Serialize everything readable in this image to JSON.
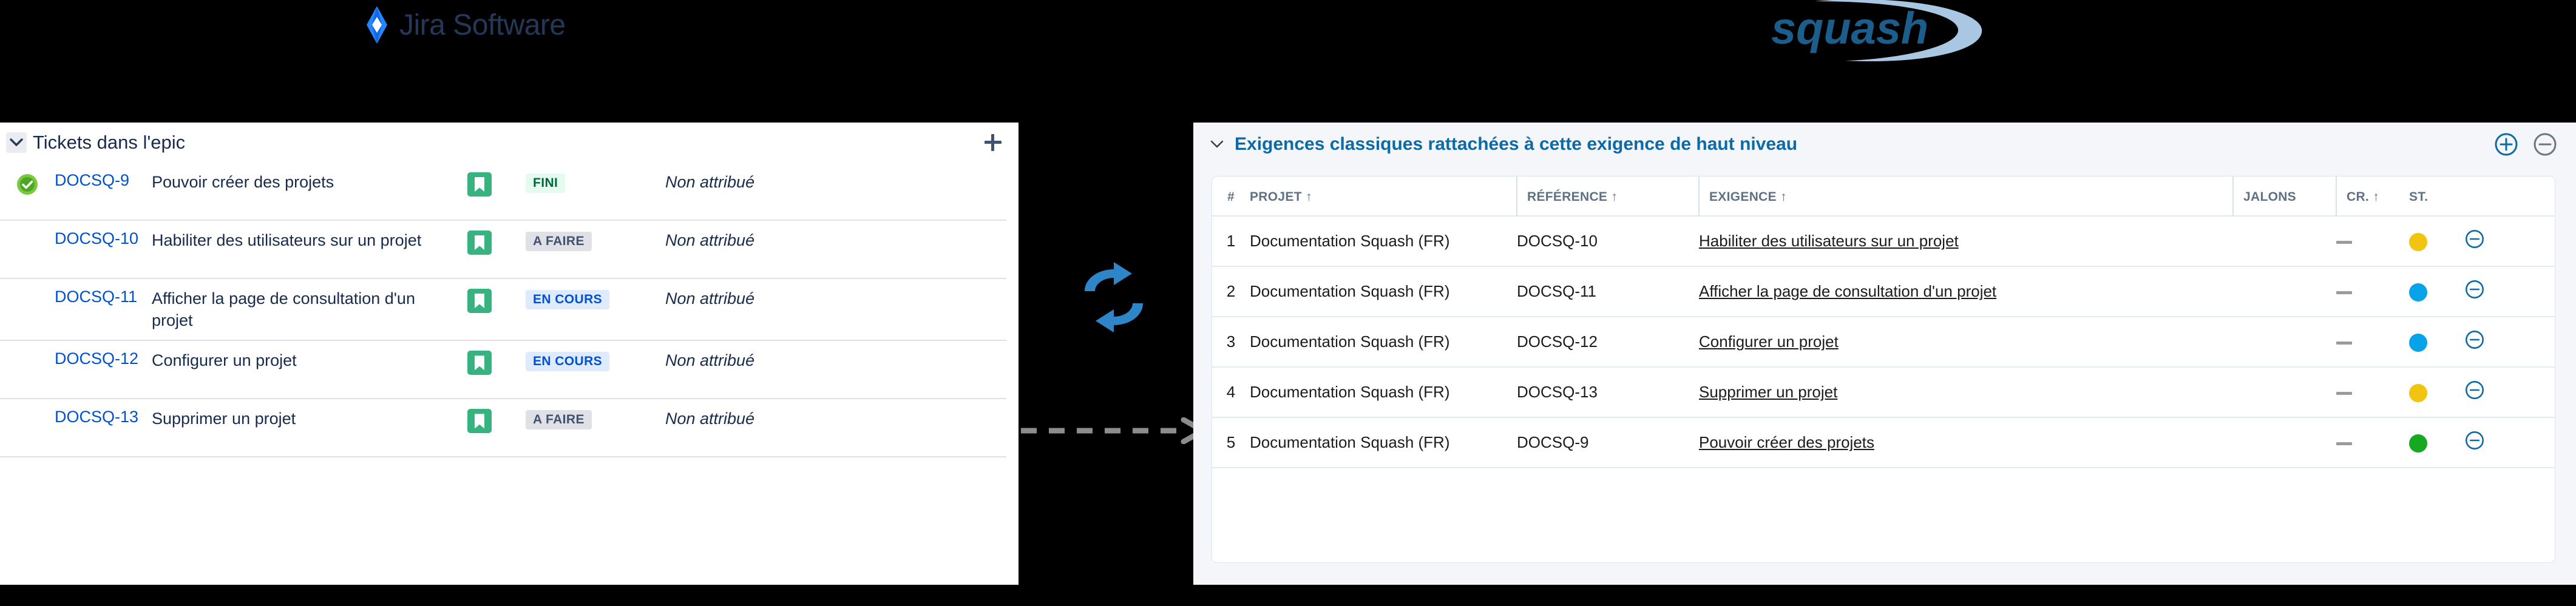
{
  "logos": {
    "jira": {
      "name": "jira-software-logo",
      "text": "Jira Software",
      "mark_colors": [
        "#2684FF",
        "#0052CC"
      ]
    },
    "squash": {
      "name": "squash-logo",
      "text": "squash",
      "color": "#1B5E8C",
      "swoosh_color": "#A9C6E3"
    }
  },
  "sync": {
    "icon": "sync-circular-arrows-icon",
    "color": "#2E86C8",
    "arrow": {
      "name": "dashed-arrow-right",
      "color": "#8C8C8C"
    }
  },
  "jira_panel": {
    "header": {
      "collapse_icon": "chevron-down-icon",
      "title": "Tickets dans l'epic",
      "add_icon": "plus-icon"
    },
    "rows": [
      {
        "status_icon": "check-circle-green-icon",
        "has_status_icon": true,
        "key": "DOCSQ-9",
        "summary": "Pouvoir créer des projets",
        "type_icon": "story-bookmark-icon",
        "status_label": "FINI",
        "status_style": "green",
        "assignee": "Non attribué"
      },
      {
        "status_icon": "",
        "has_status_icon": false,
        "key": "DOCSQ-10",
        "summary": "Habiliter des utilisateurs sur un projet",
        "type_icon": "story-bookmark-icon",
        "status_label": "A FAIRE",
        "status_style": "grey",
        "assignee": "Non attribué"
      },
      {
        "status_icon": "",
        "has_status_icon": false,
        "key": "DOCSQ-11",
        "summary": "Afficher la page de consultation d'un projet",
        "type_icon": "story-bookmark-icon",
        "status_label": "EN COURS",
        "status_style": "blue",
        "assignee": "Non attribué"
      },
      {
        "status_icon": "",
        "has_status_icon": false,
        "key": "DOCSQ-12",
        "summary": "Configurer un projet",
        "type_icon": "story-bookmark-icon",
        "status_label": "EN COURS",
        "status_style": "blue",
        "assignee": "Non attribué"
      },
      {
        "status_icon": "",
        "has_status_icon": false,
        "key": "DOCSQ-13",
        "summary": "Supprimer un projet",
        "type_icon": "story-bookmark-icon",
        "status_label": "A FAIRE",
        "status_style": "grey",
        "assignee": "Non attribué"
      }
    ]
  },
  "squash_panel": {
    "header": {
      "collapse_icon": "chevron-down-icon",
      "title": "Exigences classiques rattachées à cette exigence de haut niveau",
      "add_icon": "plus-circle-icon",
      "add_icon_color": "#0C6AA6",
      "remove_icon": "minus-circle-icon",
      "remove_icon_color": "#6B7680"
    },
    "columns": [
      {
        "label": "#",
        "sortable": false
      },
      {
        "label": "PROJET",
        "sort": "↑"
      },
      {
        "label": "RÉFÉRENCE",
        "sort": "↑"
      },
      {
        "label": "EXIGENCE",
        "sort": "↑"
      },
      {
        "label": "JALONS",
        "sort": ""
      },
      {
        "label": "CR.",
        "sort": "↑"
      },
      {
        "label": "ST.",
        "sort": ""
      }
    ],
    "rows": [
      {
        "num": "1",
        "projet": "Documentation Squash (FR)",
        "reference": "DOCSQ-10",
        "exigence": "Habiliter des utilisateurs sur un projet",
        "jalons": "",
        "criticite": "—",
        "statut_color": "#F1C40F",
        "statut_name": "status-dot-yellow",
        "action_icon": "minus-circle-icon"
      },
      {
        "num": "2",
        "projet": "Documentation Squash (FR)",
        "reference": "DOCSQ-11",
        "exigence": "Afficher la page de consultation d'un projet",
        "jalons": "",
        "criticite": "—",
        "statut_color": "#06A3E8",
        "statut_name": "status-dot-blue",
        "action_icon": "minus-circle-icon"
      },
      {
        "num": "3",
        "projet": "Documentation Squash (FR)",
        "reference": "DOCSQ-12",
        "exigence": "Configurer un projet",
        "jalons": "",
        "criticite": "—",
        "statut_color": "#06A3E8",
        "statut_name": "status-dot-blue",
        "action_icon": "minus-circle-icon"
      },
      {
        "num": "4",
        "projet": "Documentation Squash (FR)",
        "reference": "DOCSQ-13",
        "exigence": "Supprimer un projet",
        "jalons": "",
        "criticite": "—",
        "statut_color": "#F1C40F",
        "statut_name": "status-dot-yellow",
        "action_icon": "minus-circle-icon"
      },
      {
        "num": "5",
        "projet": "Documentation Squash (FR)",
        "reference": "DOCSQ-9",
        "exigence": "Pouvoir créer des projets",
        "jalons": "",
        "criticite": "—",
        "statut_color": "#16A821",
        "statut_name": "status-dot-green",
        "action_icon": "minus-circle-icon"
      }
    ]
  }
}
